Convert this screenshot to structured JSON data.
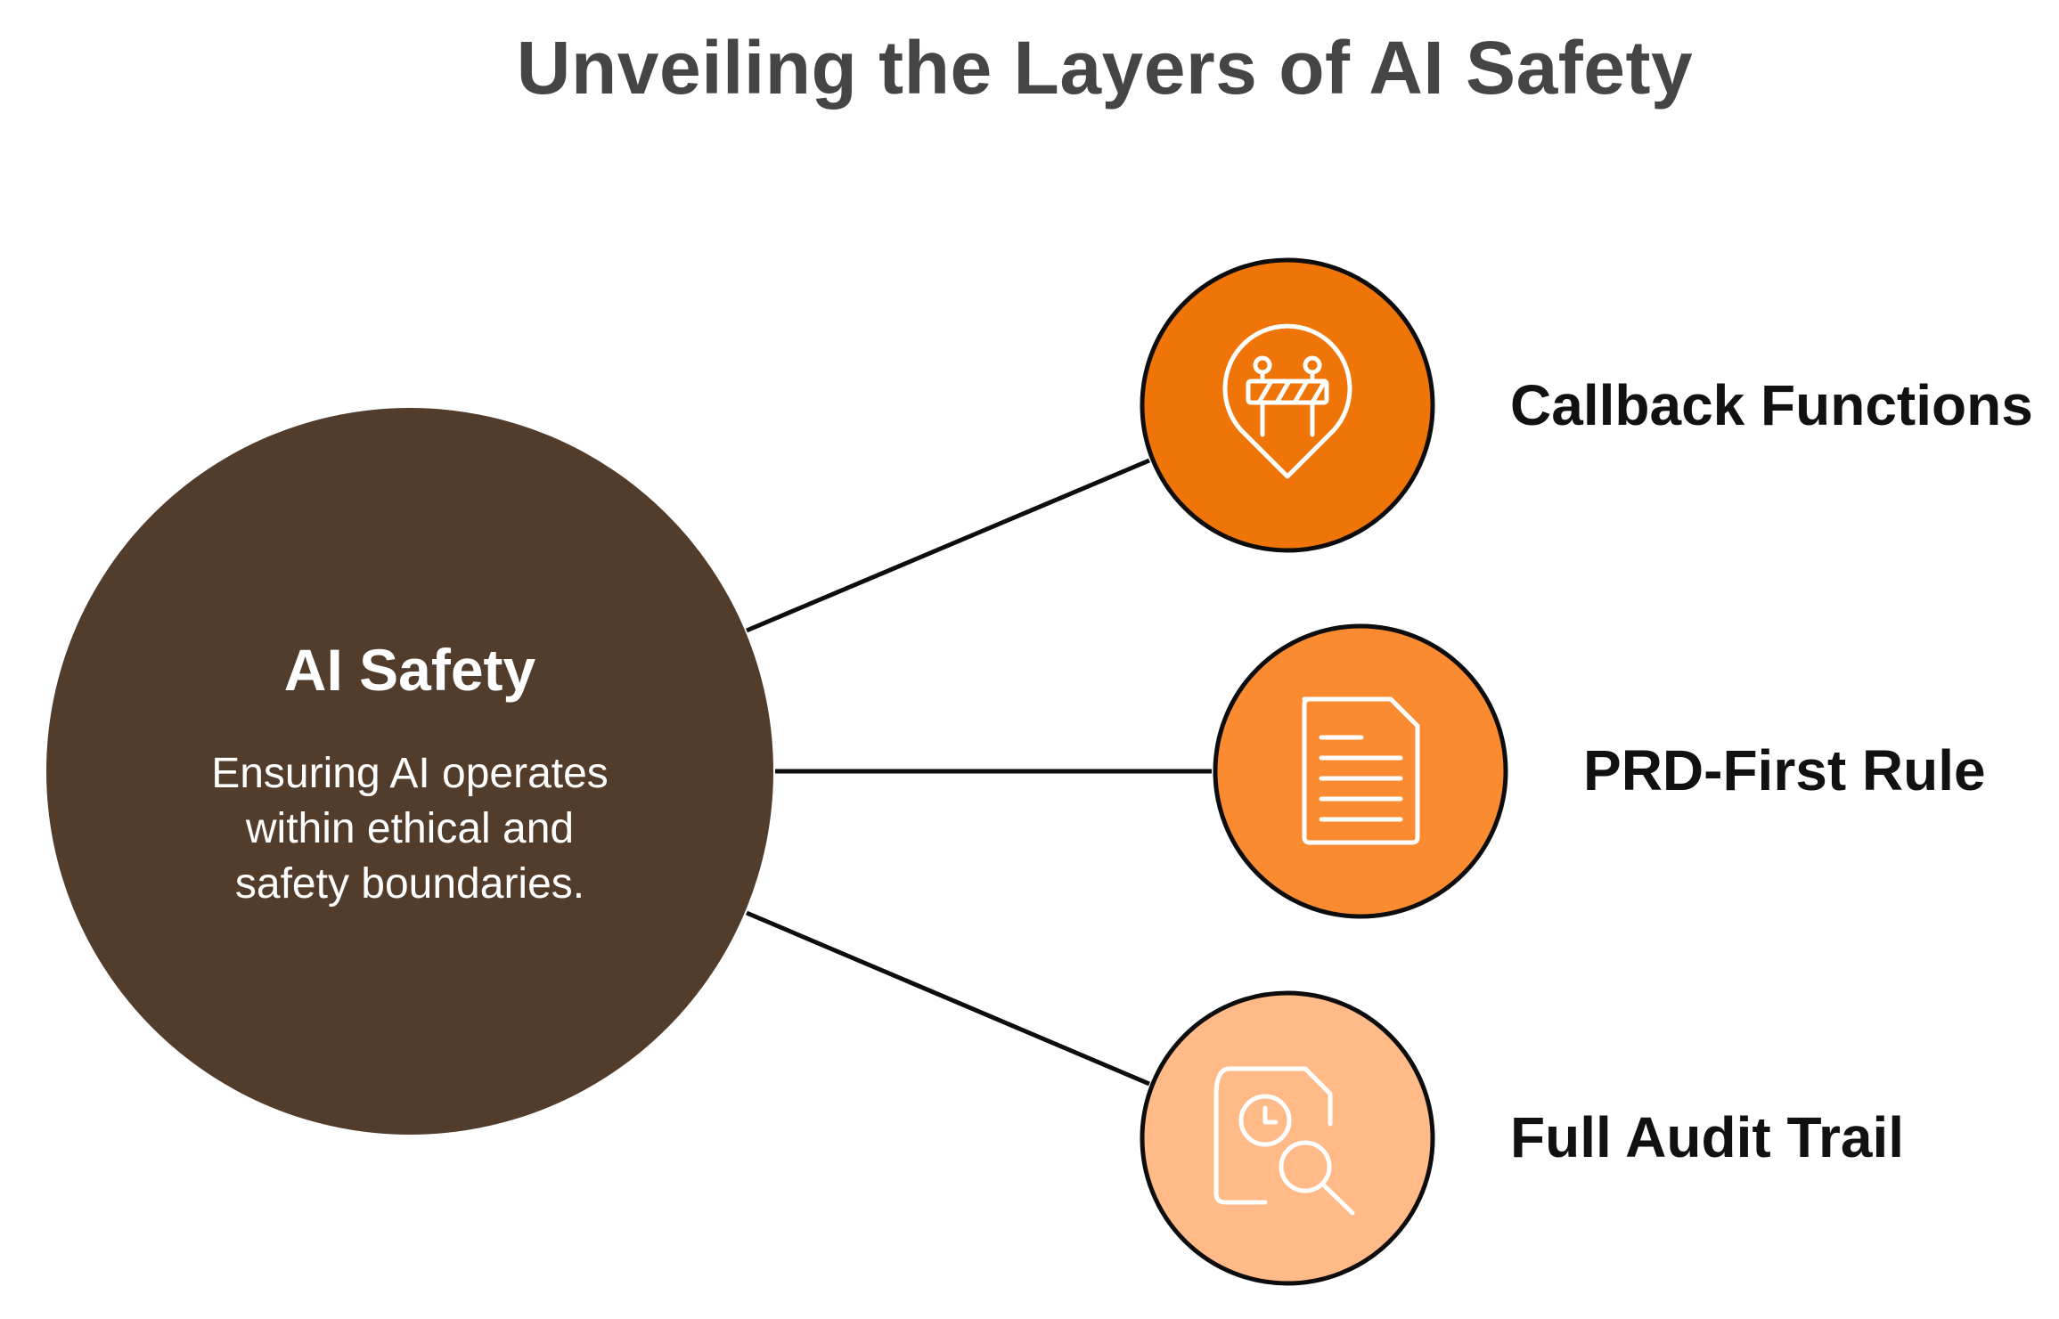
{
  "title": "Unveiling the Layers of AI Safety",
  "center": {
    "title": "AI Safety",
    "description": "Ensuring AI operates\nwithin ethical and\nsafety boundaries.",
    "color": "#523d2d"
  },
  "nodes": [
    {
      "label": "Callback Functions",
      "icon": "barrier-location-pin-icon",
      "color": "#f07508"
    },
    {
      "label": "PRD-First Rule",
      "icon": "document-icon",
      "color": "#fb8b30"
    },
    {
      "label": "Full Audit Trail",
      "icon": "document-clock-search-icon",
      "color": "#ffba87"
    }
  ],
  "colors": {
    "outline": "#0d0d0d",
    "icon_stroke": "#ffffff",
    "title_text": "#454545"
  }
}
